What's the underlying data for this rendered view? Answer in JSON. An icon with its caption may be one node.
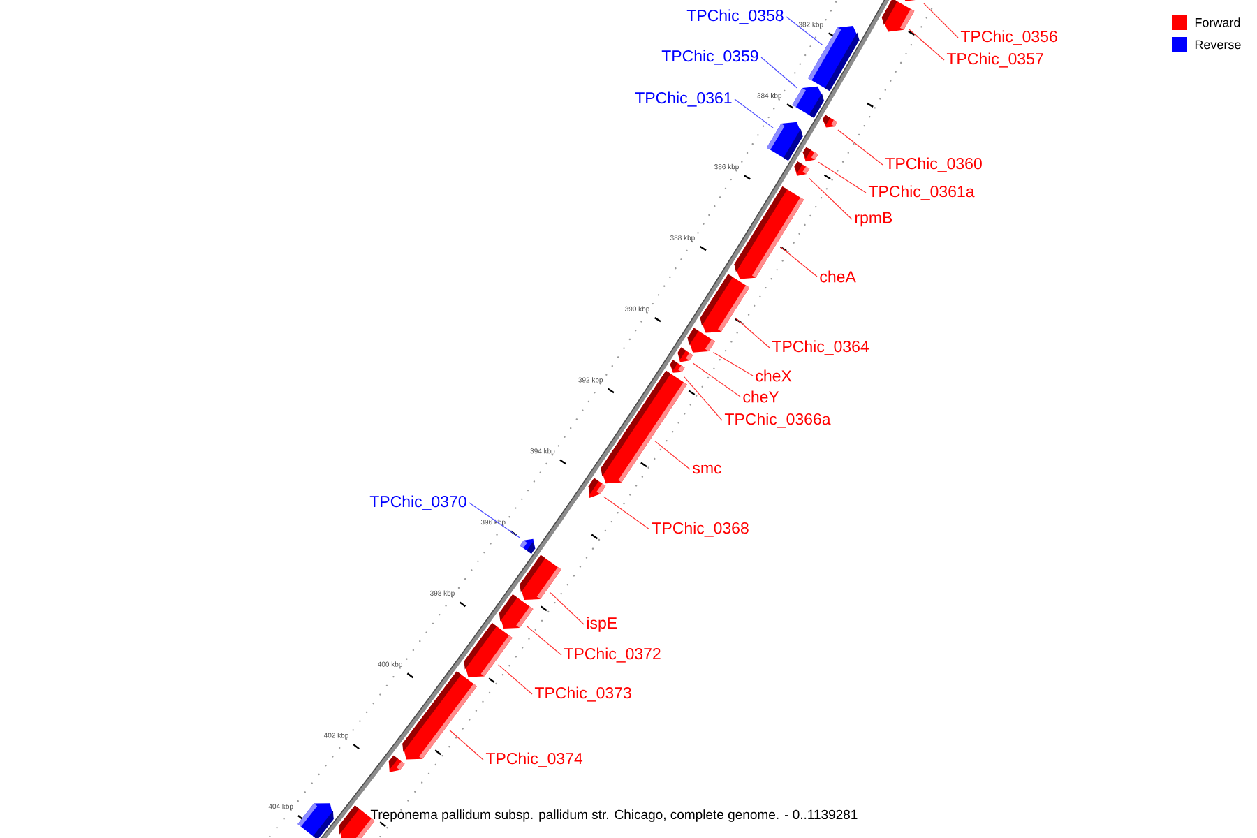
{
  "diagram": {
    "caption": "Treponema pallidum subsp. pallidum str. Chicago, complete genome. - 0..1139281",
    "nodes": [
      {
        "text": [
          "TPChic_0358"
        ]
      },
      {
        "text": [
          "TPChic_0356"
        ]
      },
      {
        "text": [
          "TPChic_0359"
        ]
      },
      {
        "text": [
          "TPChic_0357"
        ]
      },
      {
        "text": [
          "TPChic_0361"
        ]
      },
      {
        "text": [
          "TPChic_0360"
        ]
      },
      {
        "text": [
          "TPChic_0361a"
        ]
      },
      {
        "text": [
          "rpmB"
        ]
      },
      {
        "text": [
          "cheA"
        ]
      },
      {
        "text": [
          "TPChic_0364"
        ]
      },
      {
        "text": [
          "cheX"
        ]
      },
      {
        "text": [
          "cheY"
        ]
      },
      {
        "text": [
          "TPChic_0366a"
        ]
      },
      {
        "text": [
          "smc"
        ]
      },
      {
        "text": [
          "TPChic_0370"
        ]
      },
      {
        "text": [
          "TPChic_0368"
        ]
      },
      {
        "text": [
          "ispE"
        ]
      },
      {
        "text": [
          "TPChic_0372"
        ]
      },
      {
        "text": [
          "TPChic_0373"
        ]
      },
      {
        "text": [
          "TPChic_0374"
        ]
      },
      {
        "text": [],
        "shape": "block"
      },
      {
        "text": [],
        "shape": "block"
      },
      {
        "text": [],
        "shape": "block"
      },
      {
        "text": [],
        "shape": "block"
      },
      {
        "text": [],
        "shape": "block"
      },
      {
        "text": [],
        "shape": "block"
      },
      {
        "text": [],
        "shape": "block"
      },
      {
        "text": [],
        "shape": "block"
      },
      {
        "text": [],
        "shape": "block"
      },
      {
        "text": [],
        "shape": "block"
      },
      {
        "text": [],
        "shape": "block"
      },
      {
        "text": [],
        "shape": "block"
      },
      {
        "text": [],
        "shape": "block"
      },
      {
        "text": [],
        "shape": "block"
      },
      {
        "text": [],
        "shape": "block"
      },
      {
        "text": [],
        "shape": "block"
      },
      {
        "text": [],
        "shape": "block"
      },
      {
        "text": [],
        "shape": "block"
      },
      {
        "text": [],
        "shape": "block"
      },
      {
        "text": [],
        "shape": "block"
      },
      {
        "text": [],
        "shape": "block"
      },
      {
        "text": [],
        "shape": "block"
      },
      {
        "text": [],
        "shape": "block"
      }
    ],
    "edges": [
      {
        "from": 0,
        "to": 22,
        "arrow": "none",
        "color": "#4d4dff"
      },
      {
        "from": 1,
        "to": 20,
        "arrow": "none"
      },
      {
        "from": 2,
        "to": 23,
        "arrow": "none",
        "color": "#4d4dff"
      },
      {
        "from": 3,
        "to": 21,
        "arrow": "none"
      },
      {
        "from": 4,
        "to": 25,
        "arrow": "none",
        "color": "#4d4dff"
      },
      {
        "from": 5,
        "to": 24,
        "arrow": "none"
      },
      {
        "from": 6,
        "to": 26,
        "arrow": "none"
      },
      {
        "from": 7,
        "to": 27,
        "arrow": "none"
      },
      {
        "from": 8,
        "to": 28,
        "arrow": "none"
      },
      {
        "from": 9,
        "to": 29,
        "arrow": "none"
      },
      {
        "from": 10,
        "to": 30,
        "arrow": "none"
      },
      {
        "from": 11,
        "to": 31,
        "arrow": "none"
      },
      {
        "from": 12,
        "to": 32,
        "arrow": "none"
      },
      {
        "from": 13,
        "to": 33,
        "arrow": "none"
      },
      {
        "from": 14,
        "to": 35,
        "arrow": "none",
        "color": "#4d4dff"
      },
      {
        "from": 15,
        "to": 34,
        "arrow": "none"
      },
      {
        "from": 16,
        "to": 36,
        "arrow": "none"
      },
      {
        "from": 17,
        "to": 37,
        "arrow": "none"
      },
      {
        "from": 18,
        "to": 38,
        "arrow": "none"
      },
      {
        "from": 19,
        "to": 39,
        "arrow": "none"
      }
    ],
    "labels": [
      "382 kbp",
      "384 kbp",
      "386 kbp",
      "388 kbp",
      "390 kbp",
      "392 kbp",
      "394 kbp",
      "396 kbp",
      "398 kbp",
      "400 kbp",
      "402 kbp",
      "404 kbp"
    ],
    "legend": [
      {
        "text": "Forward",
        "color": "#ff0000"
      },
      {
        "text": "Reverse",
        "color": "#0000ff"
      }
    ]
  }
}
